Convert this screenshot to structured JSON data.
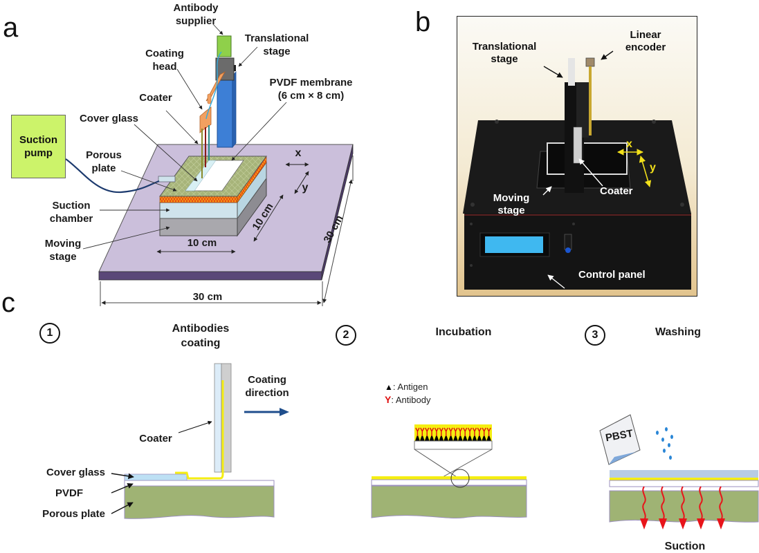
{
  "panels": {
    "a": {
      "letter": "a",
      "labels": {
        "antibody_supplier": [
          "Antibody",
          "supplier"
        ],
        "translational_stage": [
          "Translational",
          "stage"
        ],
        "coating_head": [
          "Coating",
          "head"
        ],
        "pvdf_membrane": [
          "PVDF membrane",
          "(6 cm × 8 cm)"
        ],
        "coater": "Coater",
        "cover_glass": "Cover glass",
        "suction_pump": [
          "Suction",
          "pump"
        ],
        "porous_plate": [
          "Porous",
          "plate"
        ],
        "suction_chamber": [
          "Suction",
          "chamber"
        ],
        "moving_stage": [
          "Moving",
          "stage"
        ],
        "axis_x": "x",
        "axis_y": "y"
      },
      "dimensions": {
        "stage_width": "10 cm",
        "stage_depth": "10 cm",
        "base_width": "30 cm",
        "base_depth": "30 cm"
      },
      "colors": {
        "base_top": "#cbbfdb",
        "base_side": "#5a4778",
        "porous_plate": "#a7b47a",
        "suction_chamber": "#cfe3ec",
        "moving_stage": "#a9a8ad",
        "column": "#3d7fd6",
        "supplier": "#8fd04a",
        "coating_head": "#f2a060",
        "pump": "#ccf36a",
        "tube": "#1c3a6e"
      }
    },
    "b": {
      "letter": "b",
      "labels": {
        "translational_stage": [
          "Translational",
          "stage"
        ],
        "linear_encoder": [
          "Linear",
          "encoder"
        ],
        "moving_stage": [
          "Moving",
          "stage"
        ],
        "coater": "Coater",
        "control_panel": "Control panel",
        "axis_x": "x",
        "axis_y": "y"
      },
      "colors": {
        "axis_arrows": "#f2e01a",
        "lcd": "#3fb8f0",
        "device": "#151515"
      }
    },
    "c": {
      "letter": "c",
      "steps": [
        {
          "number": "1",
          "title": [
            "Antibodies",
            "coating"
          ],
          "labels": {
            "coater": "Coater",
            "coating_direction": [
              "Coating",
              "direction"
            ],
            "cover_glass": "Cover glass",
            "pvdf": "PVDF",
            "porous_plate": "Porous plate"
          }
        },
        {
          "number": "2",
          "title": [
            "Incubation"
          ],
          "legend": [
            {
              "symbol": "▲",
              "label": ": Antigen",
              "color": "#000000"
            },
            {
              "symbol": "Y",
              "label": ": Antibody",
              "color": "#e01010"
            }
          ]
        },
        {
          "number": "3",
          "title": [
            "Washing"
          ],
          "labels": {
            "pbst": "PBST",
            "suction": "Suction"
          }
        }
      ],
      "colors": {
        "porous_plate": "#9fb374",
        "pvdf": "#ffffff",
        "cover_glass": "#bde0f4",
        "antibody_layer": "#f5ee12",
        "suction_arrow": "#e8141a",
        "direction_arrow": "#1f4e8c",
        "wash_layer": "#b8cce4"
      }
    }
  }
}
